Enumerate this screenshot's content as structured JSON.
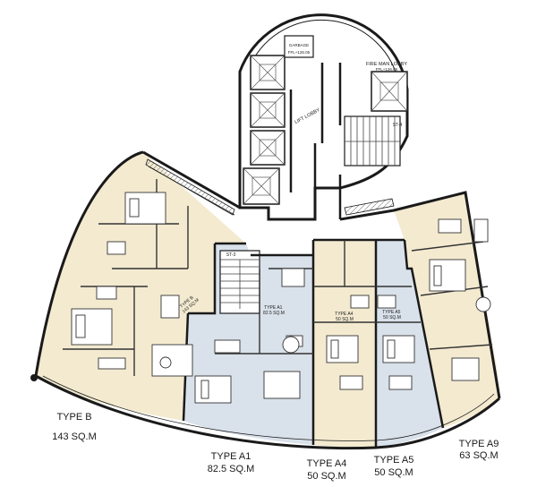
{
  "units": [
    {
      "id": "b",
      "type": "TYPE B",
      "area": "143 SQ.M",
      "inner": "TYPE B\n143 SQ.M"
    },
    {
      "id": "a1",
      "type": "TYPE A1",
      "area": "82.5 SQ.M",
      "inner": "TYPE A1\n82.5 SQ.M"
    },
    {
      "id": "a4",
      "type": "TYPE A4",
      "area": "50 SQ.M",
      "inner": "TYPE A4\n50 SQ.M"
    },
    {
      "id": "a5",
      "type": "TYPE A5",
      "area": "50 SQ.M",
      "inner": "TYPE A5\n50 SQ.M"
    },
    {
      "id": "a9",
      "type": "TYPE  A9",
      "area": "63 SQ.M"
    }
  ],
  "core": {
    "lift_lobby": "LIFT LOBBY",
    "fireman_lobby": "FIRE MAN LOBBY",
    "garbage": "GARBAGE",
    "stair_3": "ST-3",
    "stair_4": "ST-4",
    "level_left": "FFL+126.05",
    "level_right": "FFL+126.05"
  },
  "colors": {
    "cream": "#f3ead0",
    "blue": "#d9e1ea",
    "wall": "#1a1a1a",
    "line": "#444444"
  }
}
